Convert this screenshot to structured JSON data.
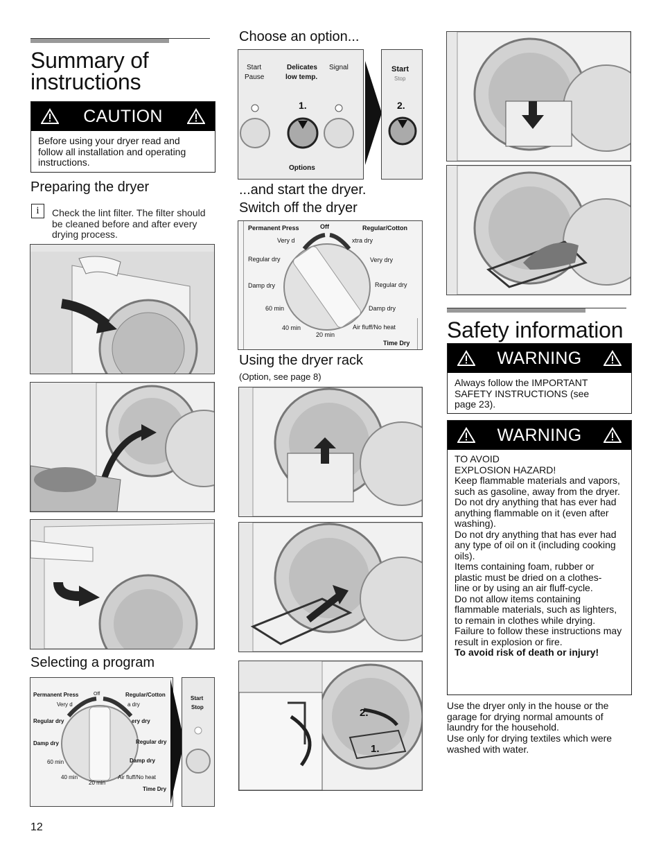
{
  "left": {
    "title_line1": "Summary of",
    "title_line2": "instructions",
    "caution": {
      "label": "CAUTION",
      "text": "Before using your dryer read and follow all installation and operating instructions."
    },
    "preparing_heading": "Preparing the dryer",
    "info_icon": "i",
    "preparing_text": "Check the lint filter. The filter should be cleaned before and after every drying process.",
    "selecting_heading": "Selecting a program",
    "dial_labels": {
      "permanent_press": "Permanent Press",
      "off": "Off",
      "regular_cotton": "Regular/Cotton",
      "very_dry_l": "Very d",
      "extra_dry": "a dry",
      "regular_dry_l": "Regular dry",
      "very_dry_r": "ery dry",
      "damp_dry_l": "Damp dry",
      "regular_dry_r": "Regular dry",
      "damp_dry_r": "Damp dry",
      "min60": "60 min",
      "min40": "40 min",
      "min20": "20 min",
      "air_fluff": "Air fluff/No heat",
      "time_dry": "Time Dry"
    },
    "start_stop": {
      "start": "Start",
      "stop": "Stop"
    }
  },
  "middle": {
    "choose_heading": "Choose an option...",
    "option_panel": {
      "start_pause_1": "Start",
      "start_pause_2": "Pause",
      "delicates_1": "Delicates",
      "delicates_2": "low temp.",
      "signal": "Signal",
      "options": "Options",
      "step1": "1.",
      "start": "Start",
      "stop": "Stop",
      "step2": "2."
    },
    "start_heading": "...and start the dryer.",
    "switch_heading": "Switch off the dryer",
    "dial_labels": {
      "permanent_press": "Permanent Press",
      "off": "Off",
      "regular_cotton": "Regular/Cotton",
      "very_dry_l": "Very d",
      "extra_dry": "xtra dry",
      "regular_dry_l": "Regular dry",
      "very_dry_r": "Very dry",
      "damp_dry_l": "Damp dry",
      "regular_dry_r": "Regular dry",
      "damp_dry_r": "Damp dry",
      "min60": "60 min",
      "min40": "40 min",
      "min20": "20 min",
      "air_fluff": "Air fluff/No heat",
      "time_dry": "Time Dry"
    },
    "rack_heading": "Using the dryer rack",
    "rack_sub": "(Option, see page 8)",
    "rack_step2": "2.",
    "rack_step1": "1."
  },
  "right": {
    "safety_title": "Safety information",
    "warning1": {
      "label": "WARNING",
      "text": "Always follow the IMPORTANT SAFETY INSTRUCTIONS (see page 23)."
    },
    "warning2": {
      "label": "WARNING",
      "heading1": "TO AVOID",
      "heading2": "EXPLOSION HAZARD!",
      "paragraphs": [
        "Keep flammable materials and vapors, such as gasoline, away from the dryer.",
        "Do not dry anything that has ever had anything flammable on it (even after washing).",
        "Do not dry anything that has ever had any type of oil on it (including cooking oils).",
        "Items containing foam, rubber or plastic must be dried on a clothes-line or by using an air fluff-cycle.",
        "Do not allow items containing flammable materials, such as lighters, to remain in clothes while drying.",
        "Failure to follow these instructions may result in explosion or fire."
      ],
      "closing": "To avoid risk of death or injury!"
    },
    "note1": "Use the dryer only in the house or the garage for drying normal amounts of laundry for the household.",
    "note2": "Use only for drying textiles which were washed with water."
  },
  "page_number": "12"
}
